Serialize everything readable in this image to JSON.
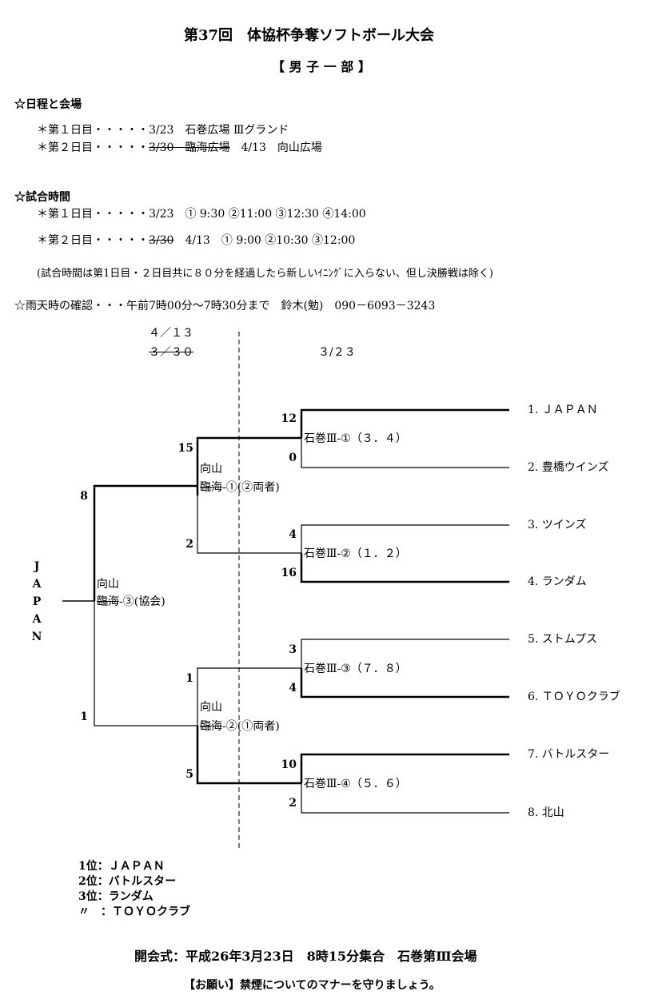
{
  "header": {
    "title": "第37回　体協杯争奪ソフトボール大会",
    "division": "【 男 子 一 部 】"
  },
  "schedule": {
    "heading": "☆日程と会場",
    "day1": {
      "label": "＊第１日目・・・・・",
      "date": "3/23",
      "venue": "石巻広場 Ⅲグランド"
    },
    "day2": {
      "label": "＊第２日目・・・・・",
      "old": "3/30　臨海広場",
      "date": "4/13",
      "venue": "向山広場"
    }
  },
  "times": {
    "heading": "☆試合時間",
    "day1": {
      "label": "＊第１日目・・・・・",
      "text": "3/23　① 9:30 ②11:00 ③12:30 ④14:00"
    },
    "day2": {
      "label": "＊第２日目・・・・・",
      "old": "3/30",
      "text": "4/13　① 9:00 ②10:30 ③12:00"
    },
    "note": "(試合時間は第1日目・２日目共に８０分を経過したら新しいｲﾆﾝｸﾞに入らない、但し決勝戦は除く)"
  },
  "rain": "☆雨天時の確認・・・午前7時00分～7時30分まで　鈴木(勉)　090－6093－3243",
  "bracket": {
    "date_new": "４／１３",
    "date_old": "３／３０",
    "date_r1": "３/２３",
    "champion_vertical": [
      "J",
      "A",
      "P",
      "A",
      "N"
    ],
    "teams": [
      "1. ＪＡＰＡＮ",
      "2. 豊橋ウインズ",
      "3. ツインズ",
      "4. ランダム",
      "5. ストムプス",
      "6. ＴＯＹＯクラブ",
      "7. バトルスター",
      "8. 北山"
    ],
    "r1": [
      {
        "label": "石巻Ⅲ-①（３．４）",
        "scores": [
          "12",
          "0"
        ]
      },
      {
        "label": "石巻Ⅲ-②（１．２）",
        "scores": [
          "4",
          "16"
        ]
      },
      {
        "label": "石巻Ⅲ-③（７．８）",
        "scores": [
          "3",
          "4"
        ]
      },
      {
        "label": "石巻Ⅲ-④（５．６）",
        "scores": [
          "10",
          "2"
        ]
      }
    ],
    "semis": [
      {
        "venue_new": "向山",
        "venue_old": "臨海",
        "label": "-①(②両者)",
        "scores": [
          "15",
          "2"
        ]
      },
      {
        "venue_new": "向山",
        "venue_old": "臨海",
        "label": "-②(①両者)",
        "scores": [
          "1",
          "5"
        ]
      }
    ],
    "final": {
      "venue_new": "向山",
      "venue_old": "臨海",
      "label": "-③(協会)",
      "scores": [
        "8",
        "1"
      ]
    }
  },
  "results": [
    "1位：ＪＡＰＡＮ",
    "2位：バトルスター",
    "3位：ランダム",
    "〃　：ＴＯＹＯクラブ"
  ],
  "footer": {
    "opening": "開会式：平成26年3月23日　8時15分集合　石巻第Ⅲ会場",
    "request": "【お願い】禁煙についてのマナーを守りましょう。"
  }
}
